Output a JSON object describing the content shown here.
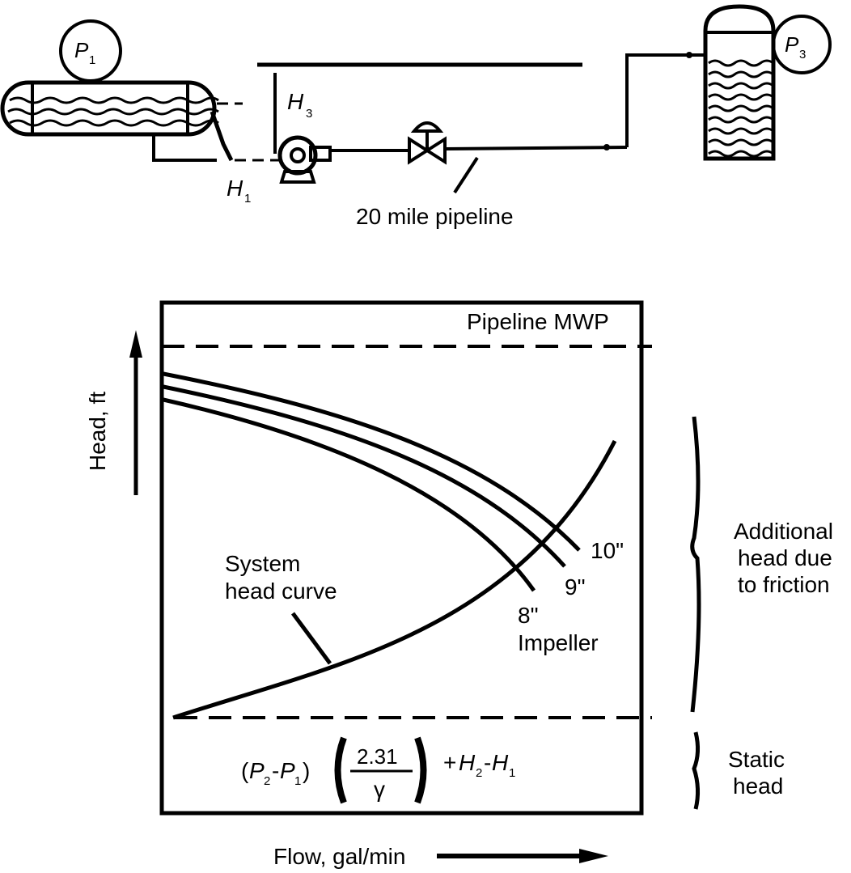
{
  "schematic": {
    "p1": {
      "sym": "P",
      "sub": "1"
    },
    "p3": {
      "sym": "P",
      "sub": "3"
    },
    "h1": {
      "sym": "H",
      "sub": "1"
    },
    "h3": {
      "sym": "H",
      "sub": "3"
    },
    "pipeline_label": "20 mile pipeline"
  },
  "chart": {
    "ylabel": "Head, ft",
    "xlabel": "Flow, gal/min",
    "mwp_label": "Pipeline MWP",
    "system_curve_label_1": "System",
    "system_curve_label_2": "head curve",
    "impeller_10": "10\"",
    "impeller_9": "9\"",
    "impeller_8": "8\"",
    "impeller_label": "Impeller",
    "friction_label_1": "Additional",
    "friction_label_2": "head due",
    "friction_label_3": "to friction",
    "static_label_1": "Static",
    "static_label_2": "head",
    "formula": {
      "open": "(",
      "p2_sym": "P",
      "p2_sub": "2",
      "dash": "-",
      "p1_sym": "P",
      "p1_sub": "1",
      "close": ")",
      "numerator": "2.31",
      "denominator": "γ",
      "plus": "+",
      "h2_sym": "H",
      "h2_sub": "2",
      "minus": "-",
      "h1_sym": "H",
      "h1_sub": "1"
    }
  }
}
